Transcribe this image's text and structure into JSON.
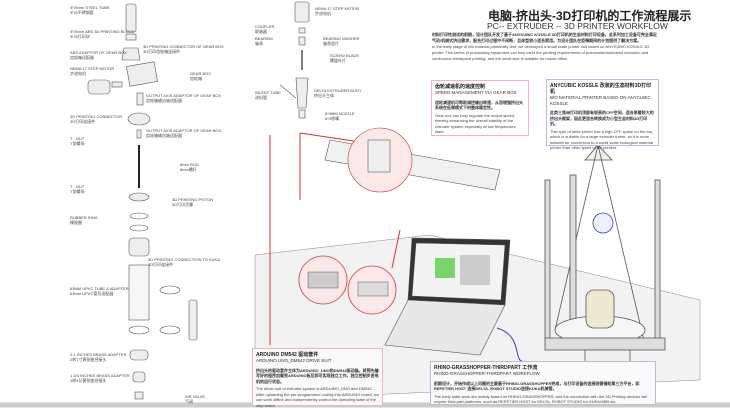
{
  "title": {
    "cn": "电脑-挤出头-3D打印机的工作流程展示",
    "en": "PC-- EXTRUDER -- 3D PRINTER WORKFLOW"
  },
  "intro": {
    "cn": "材料打印性测试的前期，设计团队开发了基于ANYKUBIC KOSSLE 3D打印机的生态材料打印设备。此系列加工设备可完全满足气动/机械式挤出需求，配合打印过程中不间断，且体型较小适合家用。为设计团队在疫情期间的计划提供了解决方案。",
    "en": "In the early stage of Bio material printability test, we developed a small scale printer suit based on ANYKUBIC KOSSLE 3D printer. This series of processing equipment can fully meet the printing requirements of pneumatic/motorized extrusion and continuous breakpoint printing, and the small size is suitable for house office."
  },
  "boxes": {
    "gear": {
      "cn_title": "齿轮减速机的速度控制",
      "en_title": "SPEED MANAGEMENT VIA GEAR BOX",
      "cn": "齿轮减速机可帮助调控输出转速，从而增强挤出头系统在低频模式下的整体稳定性。",
      "en": "Gear box can help regulate the output speed, thereby enhancing the overall stability of the extruder system especially at low frequencies state."
    },
    "kossle": {
      "cn_title": "ANYCUBIC KOSSLE 改装的生态材料3D打印机",
      "en_title": "BIO MATERIAL PRINTER BASED ON ANYCUBIC KOSSLE",
      "cn": "此类三角洲打印机顶部有较高的CFF空间，适合承载较大的挤出头框架，因此更适合转换成为小型生态材料3D打印机。",
      "en": "This type of delta printer has a high CFF space on the top, which is suitable for a large extruder frame, so it is more suitable for conversion to a small scale ecological material printer than other types of 3D printers."
    },
    "arduino": {
      "cn_title": "ARDUINO DM542 驱动套件",
      "en_title": "ARDUINO UNO_DM542 DRIVE SUIT",
      "cn": "挤出头的驱动套件主体为ARDUINO_UNO和DM542驱动器。将预先编写好的程序加载到ARDUINO板后即可实现独立工作，独立控制步进电机的运行状态。",
      "en": "The driver suit of extruder system is ARDUINO_UNO and DM542. After uploading the pre-programmed coding into ARDUINO board, we can work offline and independently control the operating state of the step motor."
    },
    "rhino": {
      "cn_title": "RHINO-GRASSHOPPER-THIRDPART 工作流",
      "en_title": "RHINO-GRASSHOPPER-THIRDPART WORKFLOW",
      "cn": "前期设计，开始作成以上问题的主要基于RHINO-GRASSHOPPER完成，与打印设备的连接则需借助第三方平台，如REPETIER HOST 连接DELTA, ROBOT STUDIO连接KUKA机械臂。",
      "en": "The early state work are mainly based on RHINO-GRASSHOPPER, and the connection with the 3D-Printing devices will require third-part platforms, such as REPETIER HOST for DELTA, ROBOT STUDIO for KUKA/ABB etc."
    }
  },
  "parts_left": [
    {
      "en": "Φ76mm STEEL TUBE",
      "cn": "Φ76不锈钢管"
    },
    {
      "en": "Φ76mm ABS 3D PRINTING BLOCK",
      "cn": "Φ76打印块"
    },
    {
      "en": "3D PRINTING CONNECTOR OF GEAR BOX",
      "cn": "3D打印齿轮箱连接件"
    },
    {
      "en": "ABS ADAPTOR OF GEAR BOX",
      "cn": "齿轮箱适配器"
    },
    {
      "en": "NEMA 17 STEP MOTOR",
      "cn": "步进电机"
    },
    {
      "en": "GEAR BOX",
      "cn": "齿轮箱"
    },
    {
      "en": "OUTPUT AXIS ADAPTOR OF GEAR BOX",
      "cn": "齿轮箱输出轴适配器"
    },
    {
      "en": "3D PRINTING CONNECTOR",
      "cn": "3D打印连接件"
    },
    {
      "en": "OUTPUT AXIS ADAPTOR OF GEAR BOX",
      "cn": "齿轮箱输出轴适配器"
    },
    {
      "en": "T - NUT",
      "cn": "T型螺母"
    },
    {
      "en": "8mm ROD",
      "cn": "8mm螺杆"
    },
    {
      "en": "T - NUT",
      "cn": "T型螺母"
    },
    {
      "en": "3D PRINTING PISTON",
      "cn": "3D打印活塞"
    },
    {
      "en": "RUBBER RING",
      "cn": "橡胶圈"
    },
    {
      "en": "3D PRINTING CONNECTION TO KUKA",
      "cn": "3D打印连接件"
    },
    {
      "en": "63MM UPVC TUBE & ADAPTER",
      "cn": "63mm UPVC管及适配器"
    },
    {
      "en": "2-1 INCHES BRASS ADAPTER",
      "cn": "2转1寸黄铜变径接头"
    },
    {
      "en": "1-3/4 INCHES BRASS ADAPTER",
      "cn": "1转4分黄铜变径接头"
    },
    {
      "en": "AIR VALVE",
      "cn": "气阀"
    }
  ],
  "parts_mid": [
    {
      "en": "NEMA 17 STEP MOTOR",
      "cn": "步进电机"
    },
    {
      "en": "COUPLER",
      "cn": "联轴器"
    },
    {
      "en": "BEARING",
      "cn": "轴承"
    },
    {
      "en": "BEARING WASHER",
      "cn": "轴承垫片"
    },
    {
      "en": "SCREW BLADE",
      "cn": "螺旋叶片"
    },
    {
      "en": "INLENT TUBE",
      "cn": "进料管"
    },
    {
      "en": "DELTA EXTRUDER BODY",
      "cn": "挤出头主体"
    },
    {
      "en": "6*4MM NOZZLE",
      "cn": "6*4喷嘴"
    }
  ],
  "colors": {
    "accent_red": "#d9333a",
    "cable_blue": "#3b3fb0",
    "box_pink": "#e7b9bd",
    "box_blue": "#b9bdd9"
  }
}
